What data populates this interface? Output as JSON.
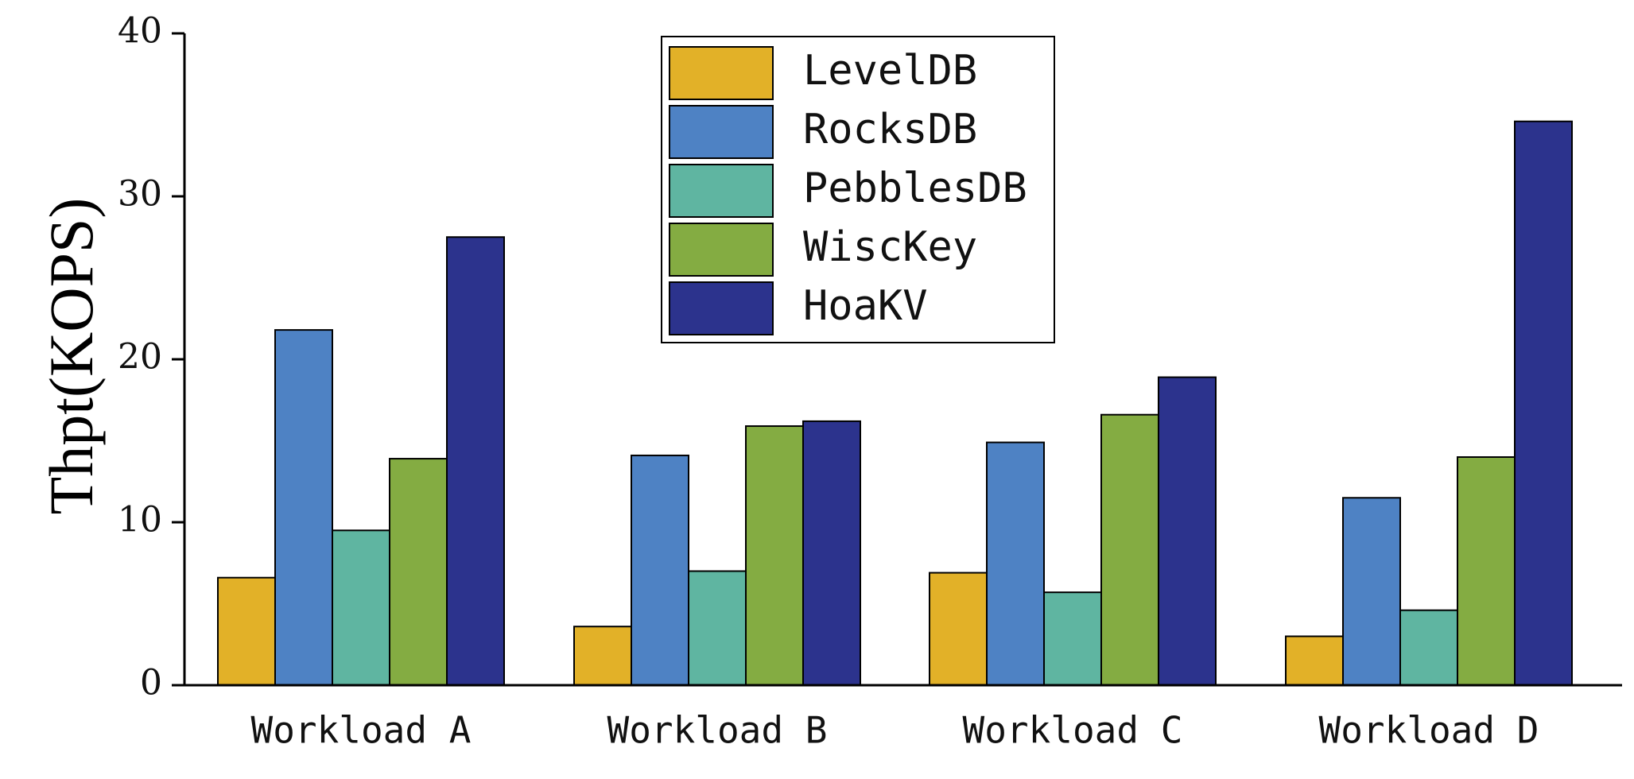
{
  "chart_data": {
    "type": "bar",
    "title": "",
    "xlabel": "",
    "ylabel": "Thpt(KOPS)",
    "ylim": [
      0,
      40
    ],
    "yticks": [
      "0",
      "10",
      "20",
      "30",
      "40"
    ],
    "categories": [
      "Workload A",
      "Workload B",
      "Workload C",
      "Workload D"
    ],
    "series": [
      {
        "name": "LevelDB",
        "color": "#E2B128",
        "values": [
          6.6,
          3.6,
          6.9,
          3.0
        ]
      },
      {
        "name": "RocksDB",
        "color": "#4E82C4",
        "values": [
          21.8,
          14.1,
          14.9,
          11.5
        ]
      },
      {
        "name": "PebblesDB",
        "color": "#5FB5A1",
        "values": [
          9.5,
          7.0,
          5.7,
          4.6
        ]
      },
      {
        "name": "WiscKey",
        "color": "#84AC42",
        "values": [
          13.9,
          15.9,
          16.6,
          14.0
        ]
      },
      {
        "name": "HoaKV",
        "color": "#2C338D",
        "values": [
          27.5,
          16.2,
          18.9,
          34.6
        ]
      }
    ],
    "legend_position": "top-center",
    "grid": false
  }
}
